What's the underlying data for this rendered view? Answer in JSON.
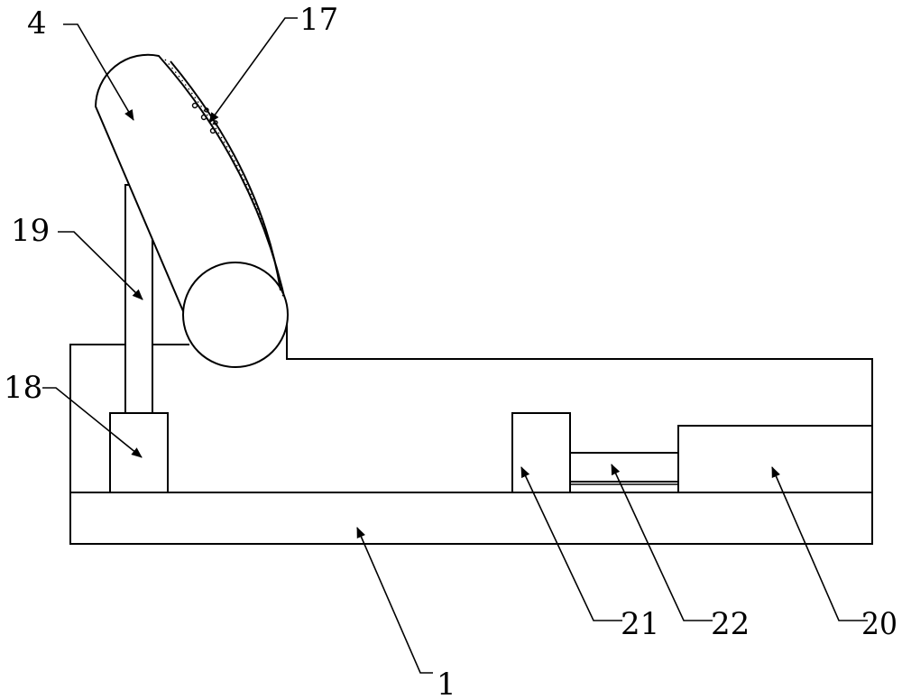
{
  "labels": {
    "part_4": "4",
    "part_17": "17",
    "part_19": "19",
    "part_18": "18",
    "part_1": "1",
    "part_21": "21",
    "part_22": "22",
    "part_20": "20"
  }
}
